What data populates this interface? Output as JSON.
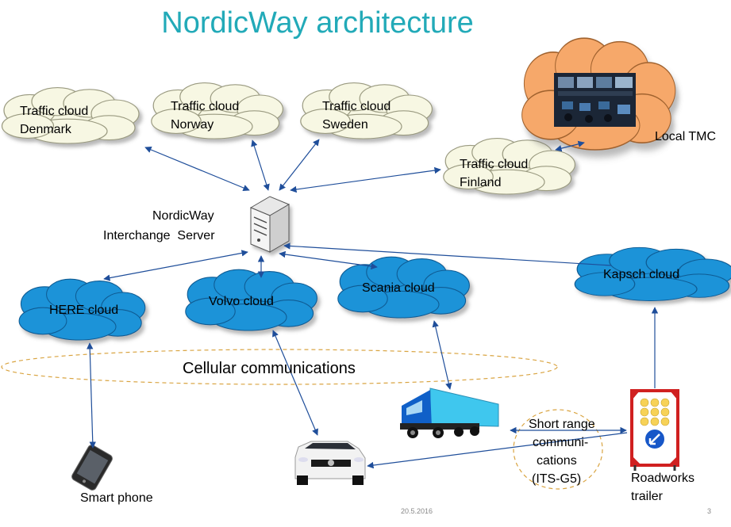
{
  "title": "NordicWay architecture",
  "server": {
    "line1": "NordicWay",
    "line2": "Interchange  Server"
  },
  "clouds": {
    "denmark": {
      "line1": "Traffic cloud",
      "line2": "Denmark"
    },
    "norway": {
      "line1": "Traffic cloud",
      "line2": "Norway"
    },
    "sweden": {
      "line1": "Traffic cloud",
      "line2": "Sweden"
    },
    "finland": {
      "line1": "Traffic cloud",
      "line2": "Finland"
    },
    "here": {
      "label": "HERE cloud"
    },
    "volvo": {
      "label": "Volvo cloud"
    },
    "scania": {
      "label": "Scania cloud"
    },
    "kapsch": {
      "label": "Kapsch cloud"
    }
  },
  "local_tmc": "Local TMC",
  "cellular": "Cellular communications",
  "short_range": {
    "line1": "Short range",
    "line2": "communi-",
    "line3": "cations",
    "line4": "(ITS-G5)"
  },
  "smartphone": "Smart phone",
  "roadworks": {
    "line1": "Roadworks",
    "line2": "trailer"
  },
  "footer": {
    "date": "20.5.2016",
    "page": "3"
  },
  "colors": {
    "title": "#22aab8",
    "traffic_cloud_fill": "#f7f7e3",
    "blue_cloud_fill": "#1f93d8",
    "tmc_cloud_fill": "#f6a86a",
    "arrow": "#1f4e9a",
    "dashed": "#d9a441"
  }
}
